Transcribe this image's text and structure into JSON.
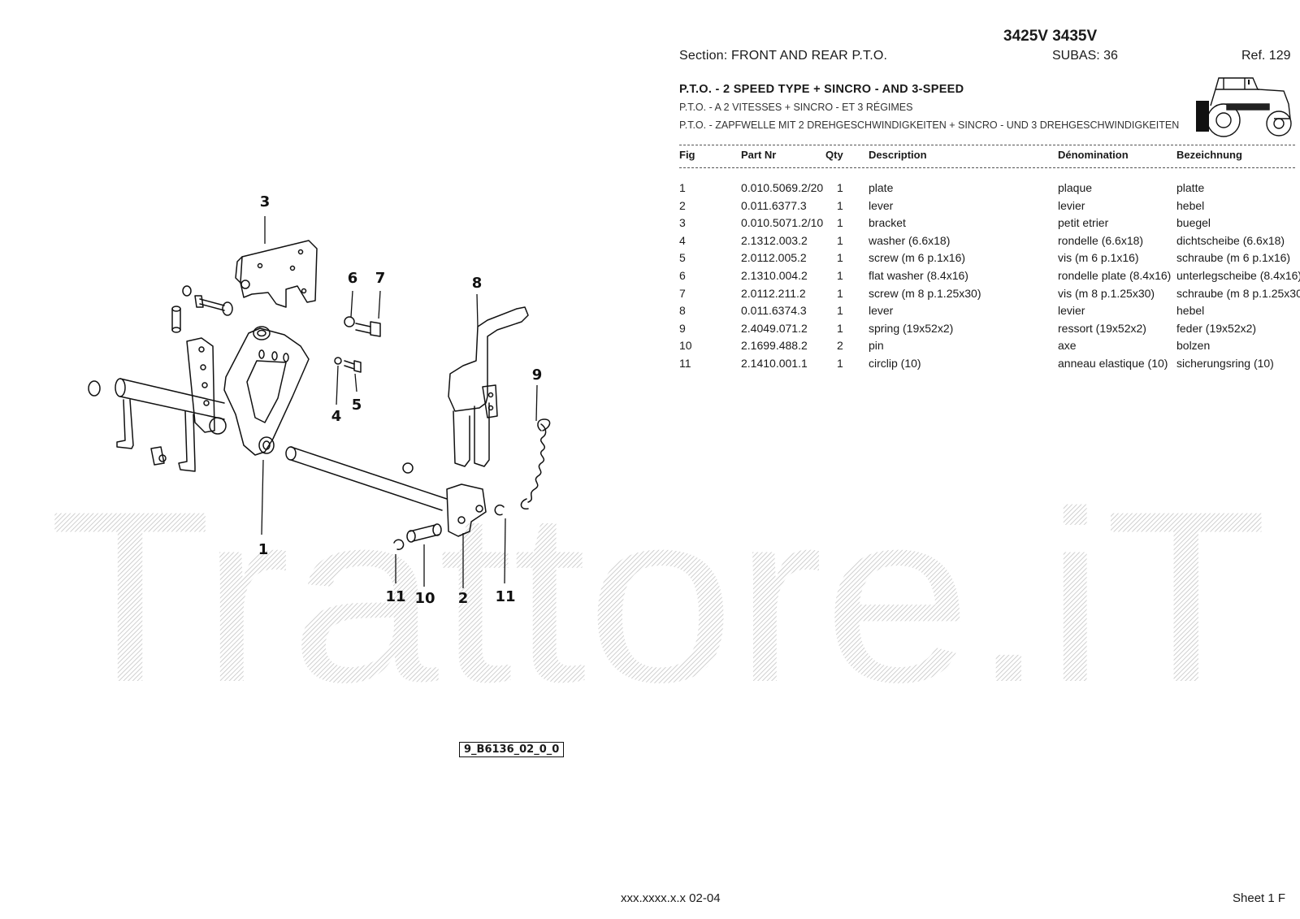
{
  "header": {
    "model": "3425V 3435V",
    "section": "Section: FRONT  AND  REAR  P.T.O.",
    "subas": "SUBAS: 36",
    "ref": "Ref. 129",
    "title_en": "P.T.O. - 2 SPEED TYPE + SINCRO - AND 3-SPEED",
    "title_fr": "P.T.O. - A 2 VITESSES + SINCRO - ET 3 RÉGIMES",
    "title_de": "P.T.O. - ZAPFWELLE MIT 2 DREHGESCHWINDIGKEITEN + SINCRO - UND 3 DREHGESCHWINDIGKEITEN"
  },
  "table": {
    "headers": [
      "Fig",
      "Part Nr",
      "Qty",
      "Description",
      "Dénomination",
      "Bezeichnung"
    ],
    "rows": [
      [
        "1",
        "0.010.5069.2/20",
        "1",
        "plate",
        "plaque",
        "platte"
      ],
      [
        "2",
        "0.011.6377.3",
        "1",
        "lever",
        "levier",
        "hebel"
      ],
      [
        "3",
        "0.010.5071.2/10",
        "1",
        "bracket",
        "petit etrier",
        "buegel"
      ],
      [
        "4",
        "2.1312.003.2",
        "1",
        "washer (6.6x18)",
        "rondelle (6.6x18)",
        "dichtscheibe (6.6x18)"
      ],
      [
        "5",
        "2.0112.005.2",
        "1",
        "screw (m 6 p.1x16)",
        "vis (m 6 p.1x16)",
        "schraube (m 6 p.1x16)"
      ],
      [
        "6",
        "2.1310.004.2",
        "1",
        "flat washer (8.4x16)",
        "rondelle plate (8.4x16)",
        "unterlegscheibe (8.4x16)"
      ],
      [
        "7",
        "2.0112.211.2",
        "1",
        "screw (m 8 p.1.25x30)",
        "vis (m 8 p.1.25x30)",
        "schraube (m 8 p.1.25x30)"
      ],
      [
        "8",
        "0.011.6374.3",
        "1",
        "lever",
        "levier",
        "hebel"
      ],
      [
        "9",
        "2.4049.071.2",
        "1",
        "spring (19x52x2)",
        "ressort (19x52x2)",
        "feder (19x52x2)"
      ],
      [
        "10",
        "2.1699.488.2",
        "2",
        "pin",
        "axe",
        "bolzen"
      ],
      [
        "11",
        "2.1410.001.1",
        "1",
        "circlip (10)",
        "anneau elastique (10)",
        "sicherungsring (10)"
      ]
    ]
  },
  "drawing": {
    "callouts": [
      "3",
      "6",
      "7",
      "8",
      "9",
      "4",
      "5",
      "1",
      "11",
      "10",
      "2",
      "11"
    ],
    "diagram_id": "9_B6136_02_0_0"
  },
  "watermark": "Trattore.iT",
  "footer": {
    "code": "xxx.xxxx.x.x  02-04",
    "sheet": "Sheet 1 F"
  }
}
